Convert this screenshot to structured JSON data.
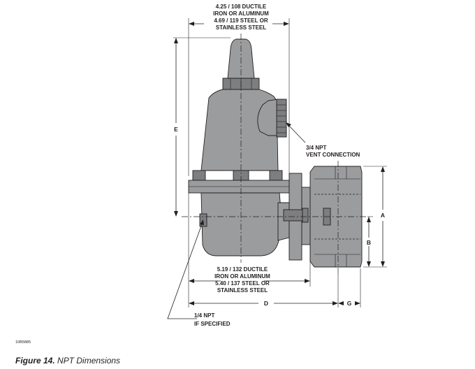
{
  "figure": {
    "number_label": "Figure 14.",
    "title": "NPT Dimensions",
    "drawing_id": "10B5885"
  },
  "callouts": {
    "top_width": [
      "4.25 / 108 DUCTILE",
      "IRON OR ALUMINUM",
      "4.69 / 119 STEEL OR",
      "STAINLESS STEEL"
    ],
    "vent": [
      "3/4 NPT",
      "VENT CONNECTION"
    ],
    "body_width": [
      "5.19 / 132 DUCTILE",
      "IRON OR ALUMINUM",
      "5.40 / 137 STEEL OR",
      "STAINLESS STEEL"
    ],
    "gauge_port": [
      "1/4 NPT",
      "IF SPECIFIED"
    ]
  },
  "dimension_letters": {
    "e": "E",
    "a": "A",
    "b": "B",
    "d": "D",
    "g": "G"
  },
  "colors": {
    "body_fill": "#9b9c9e",
    "dark_fill": "#7d7e80",
    "line": "#231f20",
    "background": "#ffffff"
  }
}
